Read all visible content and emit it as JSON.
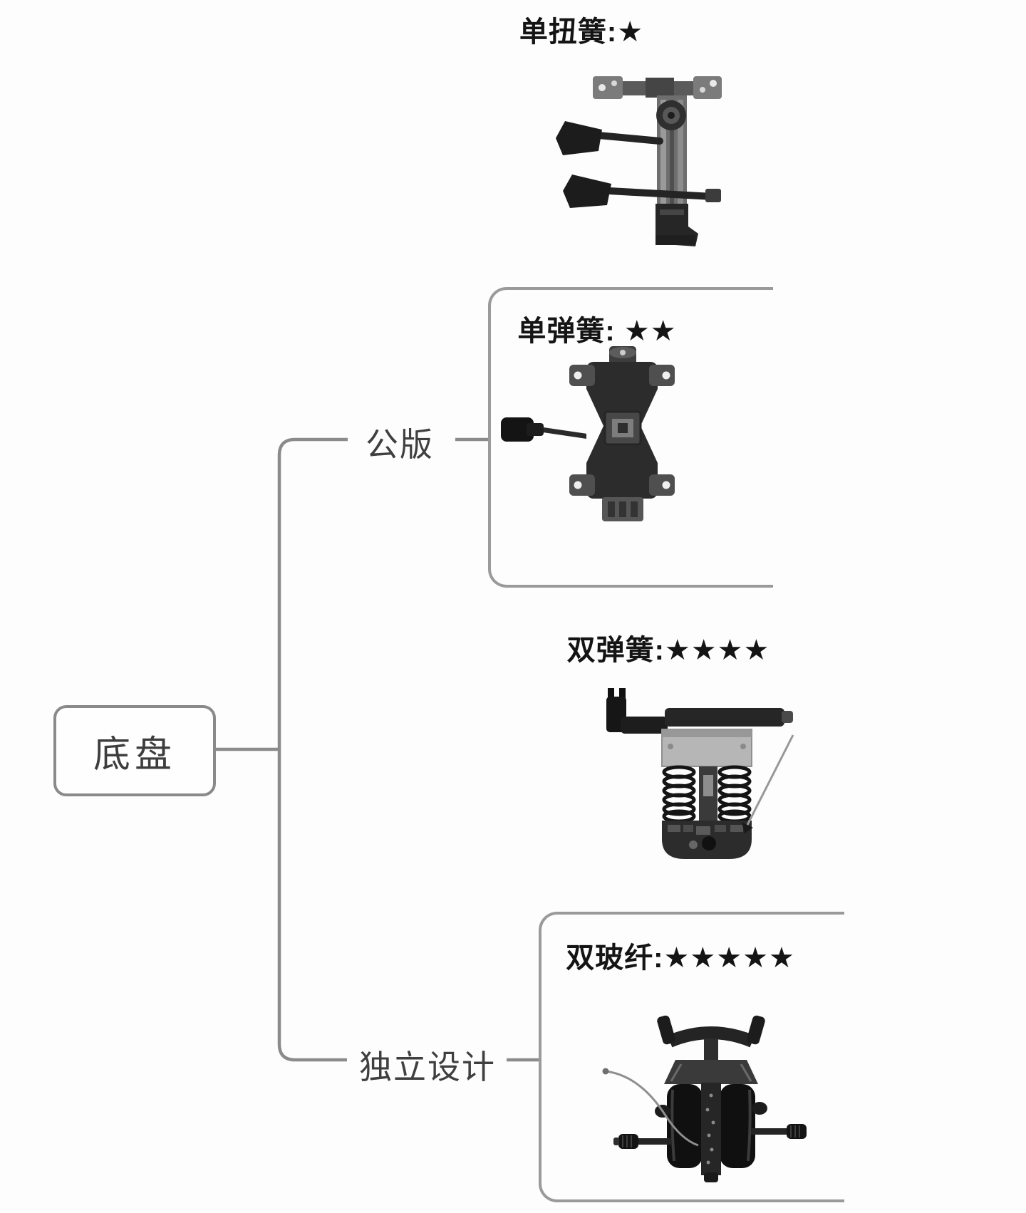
{
  "diagram": {
    "root": {
      "label": "底盘"
    },
    "branches": [
      {
        "label": "公版",
        "children": [
          "单扭簧",
          "单弹簧",
          "双弹簧"
        ]
      },
      {
        "label": "独立设计",
        "children": [
          "双玻纤"
        ]
      }
    ],
    "items": [
      {
        "name": "单扭簧",
        "label": "单扭簧:★",
        "stars": 1,
        "boxed": false,
        "image": "single-torsion-spring-mechanism"
      },
      {
        "name": "单弹簧",
        "label": "单弹簧: ★★",
        "stars": 2,
        "boxed": true,
        "image": "single-spring-mechanism"
      },
      {
        "name": "双弹簧",
        "label": "双弹簧:★★★★",
        "stars": 4,
        "boxed": false,
        "image": "double-spring-mechanism"
      },
      {
        "name": "双玻纤",
        "label": "双玻纤:★★★★★",
        "stars": 5,
        "boxed": true,
        "image": "double-fiberglass-mechanism"
      }
    ]
  },
  "colors": {
    "background": "#fdfdfd",
    "connector_line": "#8b8b8b",
    "box_border": "#9a9a9a",
    "branch_text": "#3f3f3f",
    "item_text": "#141414",
    "star": "#141414"
  }
}
